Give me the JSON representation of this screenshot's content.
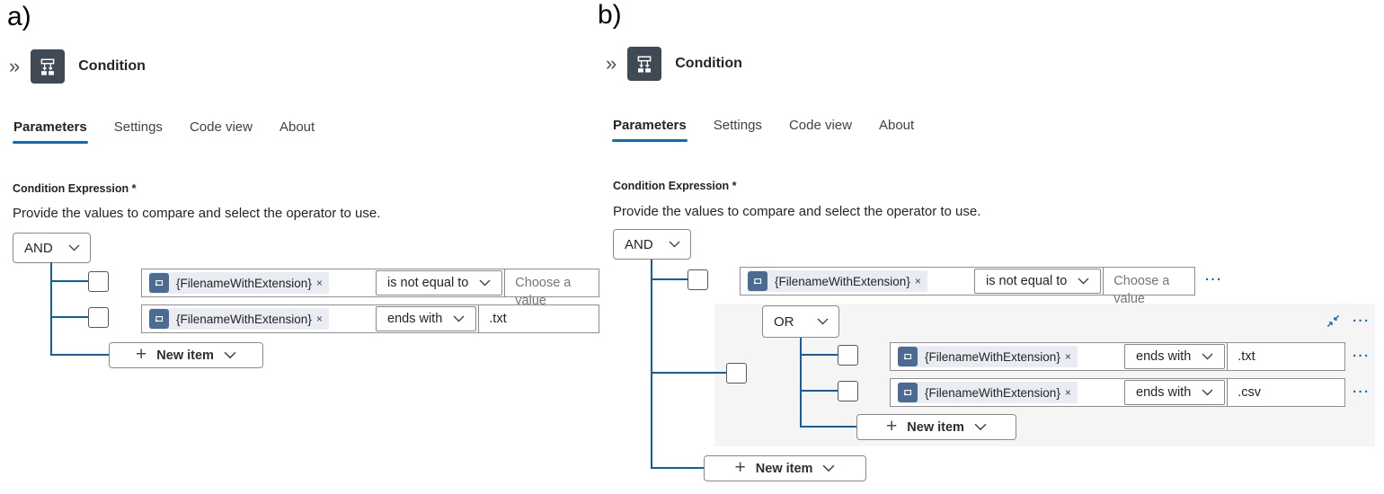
{
  "glyphs": {
    "pane_expand": "»",
    "plus": "+",
    "token_dismiss": "×",
    "more": "···"
  },
  "colors": {
    "accent": "#0f6cbd",
    "tree_line": "#115ea3",
    "group_panel_bg": "#f5f5f5",
    "action_icon_bg": "#404a55",
    "token_icon_bg": "#4c6b92",
    "token_bg": "#e9ecf3"
  },
  "panel_a": {
    "label": "a)",
    "header": {
      "title": "Condition"
    },
    "tabs": {
      "items": [
        "Parameters",
        "Settings",
        "Code view",
        "About"
      ],
      "active": "Parameters"
    },
    "expression": {
      "label": "Condition Expression *",
      "description": "Provide the values to compare and select the operator to use.",
      "root_operator": "AND"
    },
    "rows": [
      {
        "token": "{FilenameWithExtension}",
        "operator": "is not equal to",
        "value": "",
        "value_placeholder": "Choose a value"
      },
      {
        "token": "{FilenameWithExtension}",
        "operator": "ends with",
        "value": ".txt"
      }
    ],
    "new_item": "New item"
  },
  "panel_b": {
    "label": "b)",
    "header": {
      "title": "Condition"
    },
    "tabs": {
      "items": [
        "Parameters",
        "Settings",
        "Code view",
        "About"
      ],
      "active": "Parameters"
    },
    "expression": {
      "label": "Condition Expression *",
      "description": "Provide the values to compare and select the operator to use.",
      "root_operator": "AND"
    },
    "rows": [
      {
        "token": "{FilenameWithExtension}",
        "operator": "is not equal to",
        "value": "",
        "value_placeholder": "Choose a value"
      }
    ],
    "group": {
      "operator": "OR",
      "rows": [
        {
          "token": "{FilenameWithExtension}",
          "operator": "ends with",
          "value": ".txt"
        },
        {
          "token": "{FilenameWithExtension}",
          "operator": "ends with",
          "value": ".csv"
        }
      ],
      "new_item": "New item"
    },
    "new_item": "New item"
  }
}
